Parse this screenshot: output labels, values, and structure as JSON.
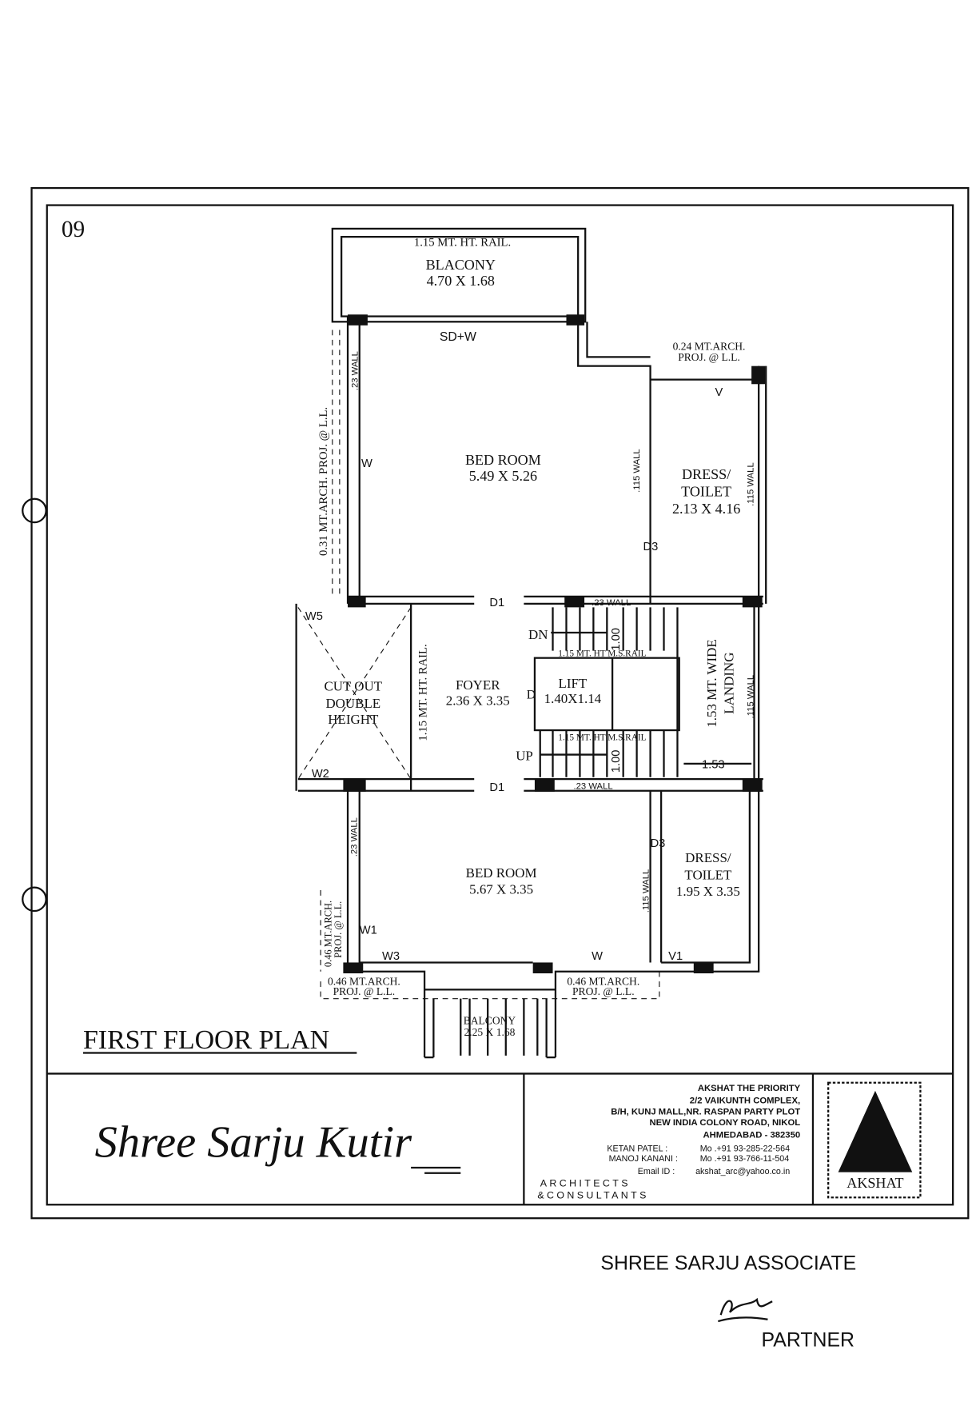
{
  "sheet": {
    "number": "09",
    "plan_title": "FIRST FLOOR PLAN",
    "project_name": "Shree Sarju Kutir"
  },
  "rooms": {
    "balcony_top": {
      "note": "1.15 MT. HT. RAIL.",
      "name": "BLACONY",
      "size": "4.70 X 1.68"
    },
    "sd_w": "SD+W",
    "bed1": {
      "name": "BED ROOM",
      "size": "5.49 X 5.26"
    },
    "dress1": {
      "name1": "DRESS/",
      "name2": "TOILET",
      "size": "2.13 X 4.16"
    },
    "arch_top": [
      "0.24 MT.ARCH.",
      "PROJ. @ L.L."
    ],
    "v": "V",
    "d3a": "D3",
    "d3b": "D3",
    "wall_115": ".115 WALL",
    "wall_23": ".23 WALL",
    "left_proj": "0.31 MT.ARCH. PROJ. @ L.L.",
    "w": "W",
    "d1": "D1",
    "w5": "W5",
    "w2": "W2",
    "cutout": [
      "CUT OUT",
      "DOUBLE",
      "HEIGHT"
    ],
    "rail": "1.15 MT. HT. RAIL.",
    "foyer": {
      "name": "FOYER",
      "size": "2.36 X 3.35"
    },
    "d": "D",
    "dn": "DN",
    "up": "UP",
    "one": "1.00",
    "ms_rail": "1.15 MT. HT M.S.RAIL",
    "lift": {
      "name": "LIFT",
      "size": "1.40X1.14"
    },
    "landing": [
      "1.53 MT. WIDE",
      "LANDING"
    ],
    "landing_dim": "1.53",
    "bed2": {
      "name": "BED ROOM",
      "size": "5.67 X 3.35"
    },
    "dress2": {
      "name1": "DRESS/",
      "name2": "TOILET",
      "size": "1.95 X 3.35"
    },
    "w1": "W1",
    "w3": "W3",
    "v1": "V1",
    "arch046": [
      "0.46 MT.ARCH.",
      "PROJ. @ L.L."
    ],
    "balcony_bottom": {
      "name": "BALCONY",
      "size": "2.25 X 1.68"
    }
  },
  "firm": {
    "name": "AKSHAT THE PRIORITY",
    "addr1": "2/2  VAIKUNTH COMPLEX,",
    "addr2": "B/H, KUNJ MALL,NR. RASPAN PARTY PLOT",
    "addr3": "NEW INDIA COLONY ROAD, NIKOL",
    "addr4": "AHMEDABAD - 382350",
    "c1_name": "KETAN PATEL  :",
    "c1_phone": "Mo .+91 93-285-22-564",
    "c2_name": "MANOJ KANANI :",
    "c2_phone": "Mo .+91 93-766-11-504",
    "email_label": "Email ID  :",
    "email": "akshat_arc@yahoo.co.in",
    "tag1": "ARCHITECTS",
    "tag2": "&CONSULTANTS",
    "logo": "AKSHAT"
  },
  "stamp": {
    "line1": "SHREE SARJU ASSOCIATE",
    "line2": "PARTNER"
  }
}
